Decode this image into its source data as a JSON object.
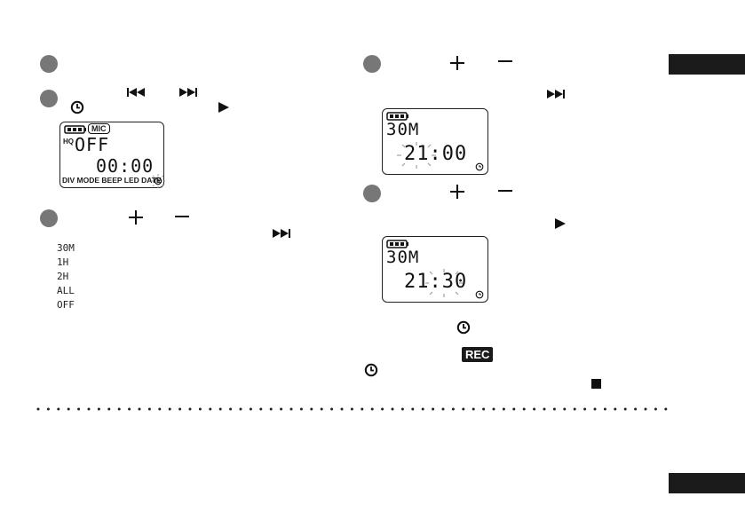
{
  "lcd1": {
    "quality": "HQ",
    "mic": "MIC",
    "mode_value": "OFF",
    "time": "00:00",
    "menu": "DIV MODE BEEP LED DATE"
  },
  "lcd2": {
    "quality": "30M",
    "time": "21:00"
  },
  "lcd3": {
    "quality": "30M",
    "time": "21:30"
  },
  "options": [
    "30M",
    "1H",
    "2H",
    "ALL",
    "OFF"
  ],
  "rec_label": "REC",
  "icons": {
    "step": "step-number-circle",
    "plus": "plus-icon",
    "minus": "minus-icon",
    "skip_back": "skip-back-icon",
    "skip_forward": "skip-forward-icon",
    "play": "play-icon",
    "clock": "clock-icon",
    "stop": "stop-icon",
    "battery": "battery-icon"
  },
  "colors": {
    "step_circle": "#777777",
    "tab": "#1b1b1b"
  }
}
